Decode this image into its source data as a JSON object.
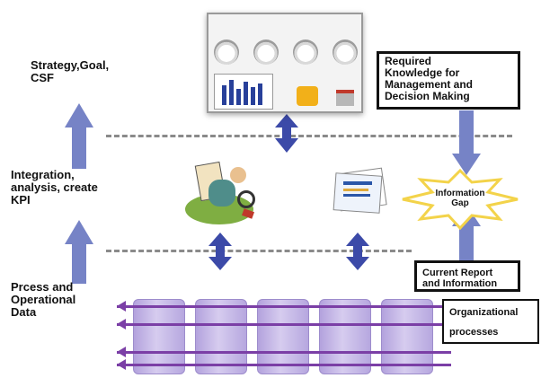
{
  "labels": {
    "strategy": "Strategy,Goal,\nCSF",
    "integration": "Integration,\nanalysis, create\nKPI",
    "process": "Prcess and\nOperational\nData"
  },
  "boxes": {
    "required": "Required\nKnowledge for\nManagement and\nDecision Making",
    "current": "Current Report\nand Information",
    "org": "Organizational\nprocesses"
  },
  "star_text": "Information\nGap",
  "colors": {
    "arrow_blue": "#7683c6",
    "dash_gray": "#8a8a8a",
    "process_purple": "#b3a2dd",
    "process_line": "#7b3fa6",
    "star_yellow": "#f3d34a"
  },
  "icons": {
    "dashboard": "dashboard-monitor-icon",
    "analyst": "analyst-with-magnifier-icon",
    "report": "report-document-icon"
  }
}
